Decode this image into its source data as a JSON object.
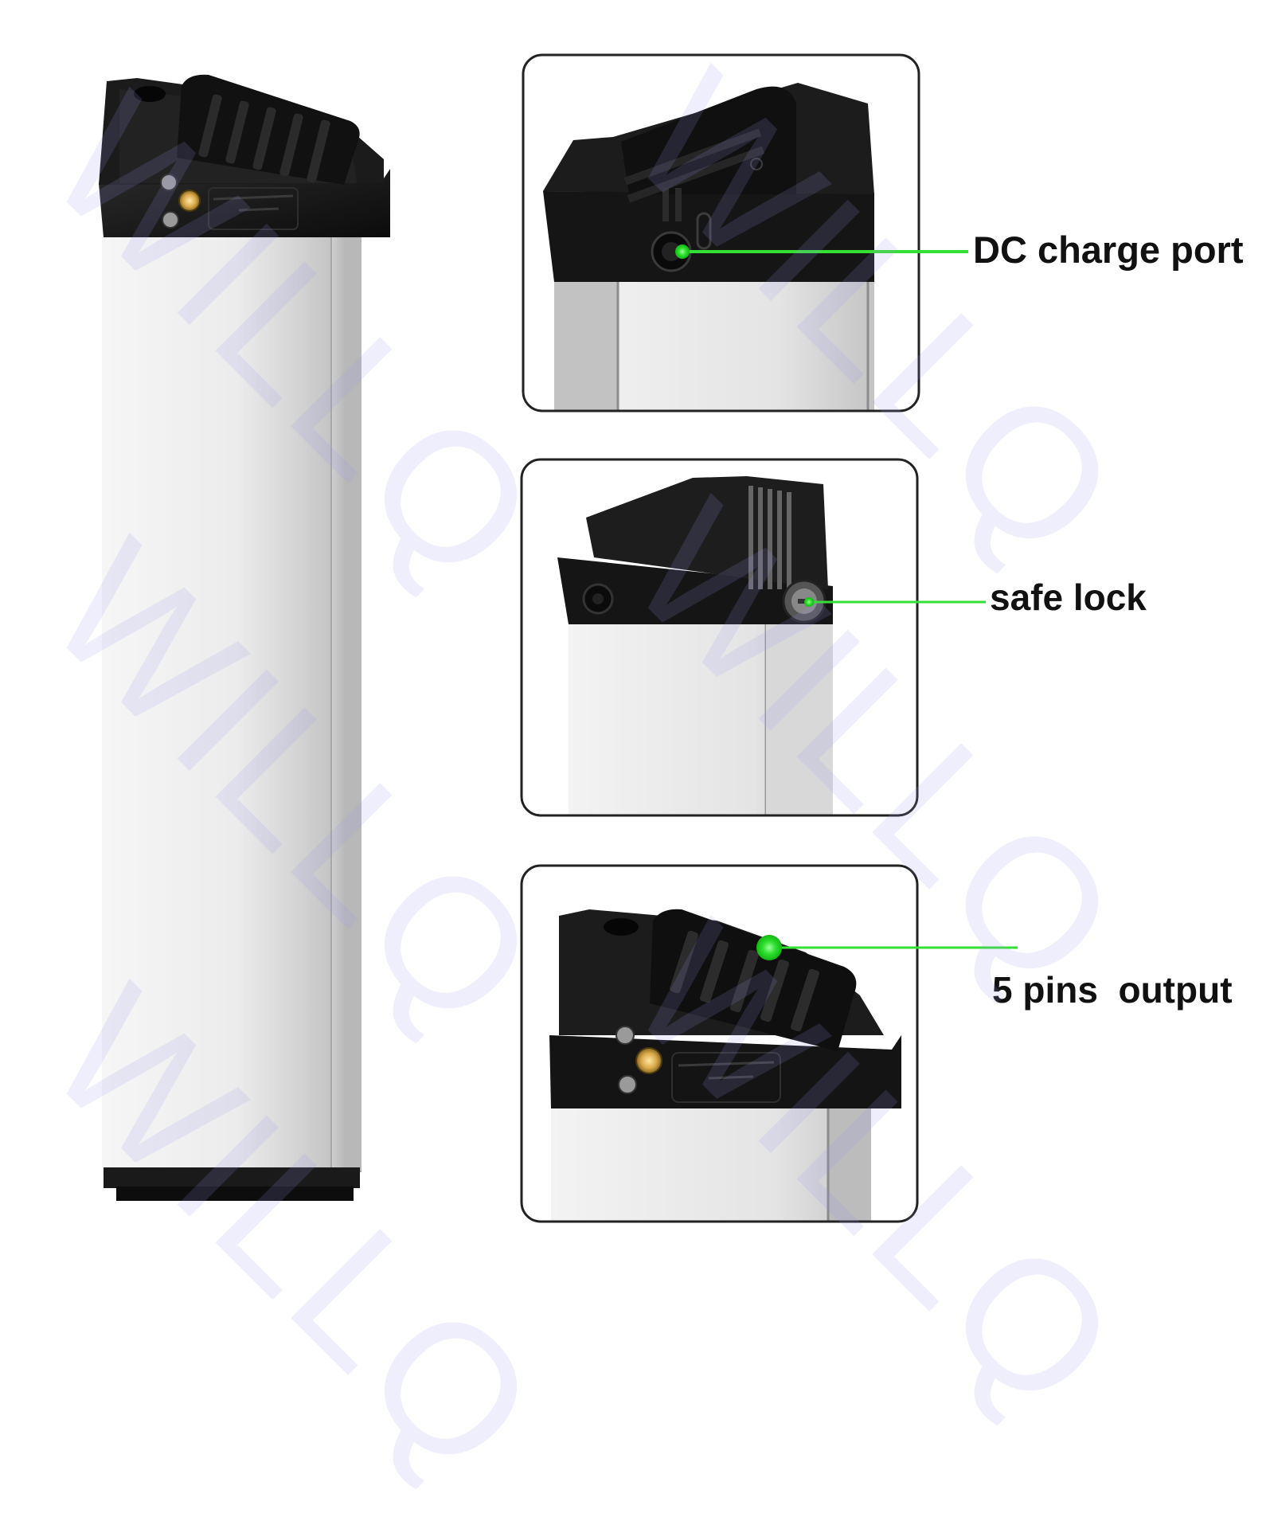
{
  "labels": {
    "dc_charge_port": "DC charge port",
    "safe_lock": "safe lock",
    "pins_output": "5 pins  output"
  },
  "watermark": {
    "text": "WILLQ"
  },
  "colors": {
    "callout_green": "#35e035",
    "frame_border": "#222222",
    "battery_body": "#e6e6e6",
    "battery_cap": "#141414",
    "watermark": "#9c9ceb"
  }
}
